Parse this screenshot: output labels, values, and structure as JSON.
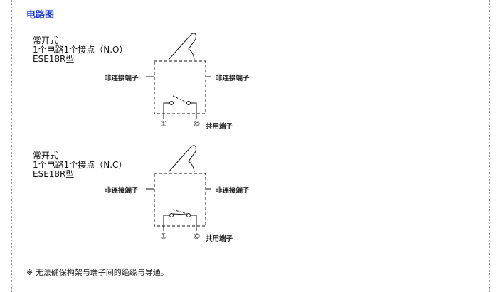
{
  "title": "电路图",
  "diagrams": [
    {
      "line1": "常开式",
      "line2": "1个电路1个接点（N.O）",
      "line3": "ESE18R型",
      "left_label": "非连接端子",
      "right_label": "非连接端子",
      "terminal1": "①",
      "terminalC": "©",
      "common_label": "共用端子"
    },
    {
      "line1": "常开式",
      "line2": "1个电路1个接点（N.C）",
      "line3": "ESE18R型",
      "left_label": "非连接端子",
      "right_label": "非连接端子",
      "terminal1": "①",
      "terminalC": "©",
      "common_label": "共用端子"
    }
  ],
  "note": "※ 无法确保构架与端子间的绝缘与导通。"
}
